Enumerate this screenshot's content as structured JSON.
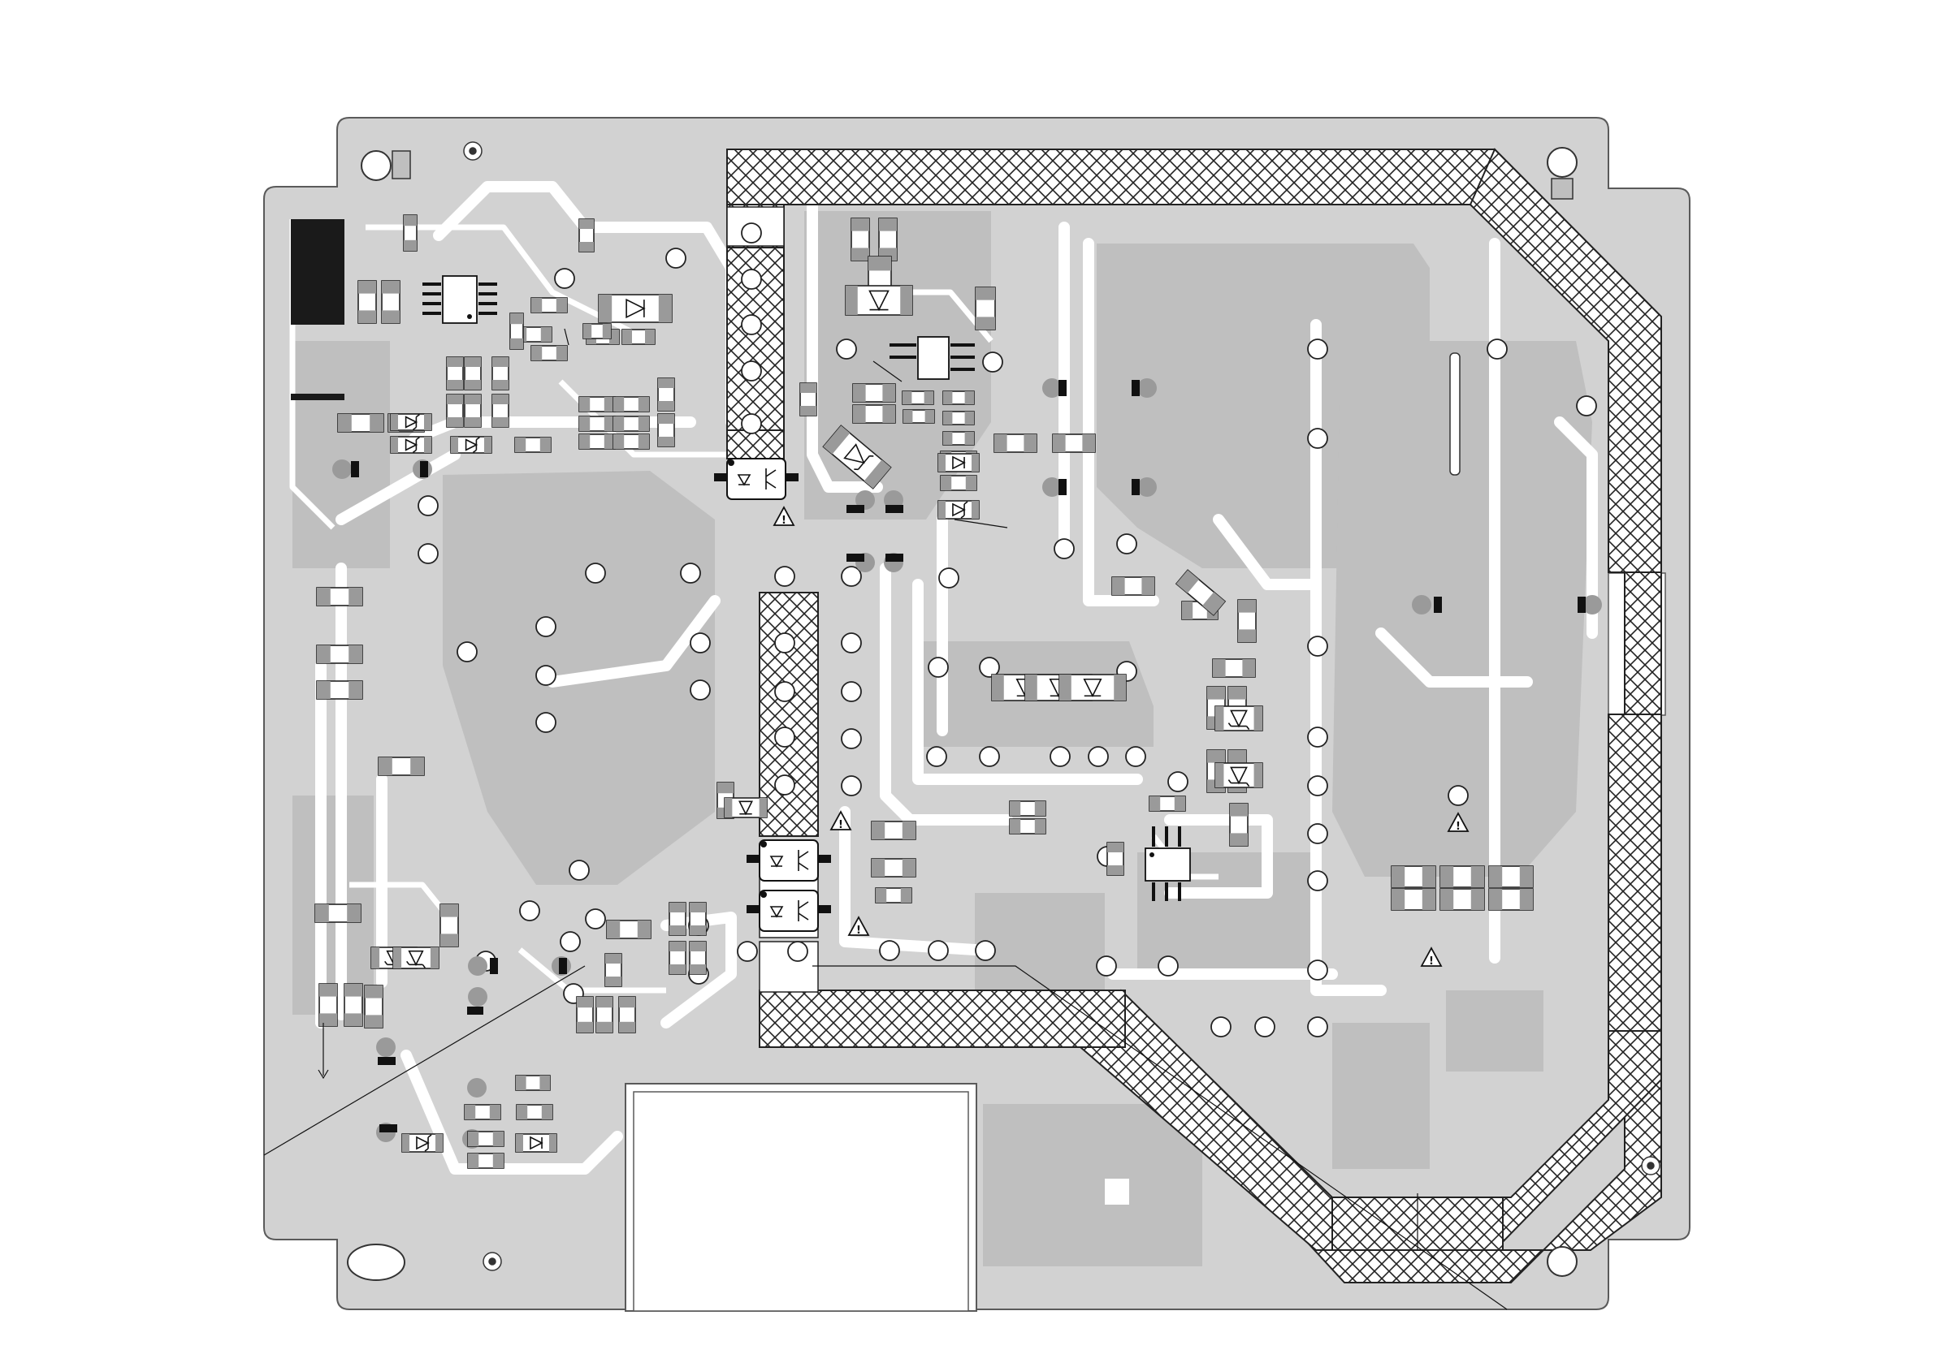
{
  "page": {
    "background": "#ffffff"
  },
  "board": {
    "colors": {
      "substrate": "#d2d2d2",
      "copper": "#bfbfbf",
      "trace": "#ffffff",
      "outline": "#5a5a5a",
      "pad": "#7a7a7a",
      "ink": "#111111",
      "hatch": "#222222"
    },
    "icons": [
      "diode-symbol",
      "zener-diode-symbol",
      "optocoupler-symbol",
      "warning-triangle-icon",
      "mounting-hole-icon",
      "via-icon",
      "ic-footprint-icon"
    ],
    "warning_symbol": "!"
  }
}
